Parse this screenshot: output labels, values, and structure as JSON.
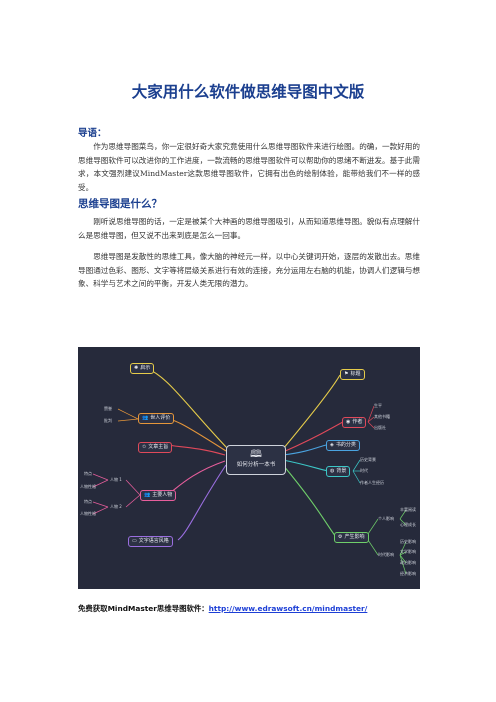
{
  "document": {
    "title": "大家用什么软件做思维导图中文版",
    "intro_heading": "导语：",
    "intro_paragraph": "作为思维导图菜鸟，你一定很好奇大家究竟使用什么思维导图软件来进行绘图。的确，一款好用的思维导图软件可以改进你的工作进度，一款流畅的思维导图软件可以帮助你的思绪不断迸发。基于此需求，本文强烈建议MindMaster这款思维导图软件，它拥有出色的绘制体验，能带给我们不一样的感受。",
    "section_heading": "思维导图是什么？",
    "section_para1": "刚听说思维导图的话，一定是被某个大神画的思维导图吸引，从而知道思维导图。貌似有点理解什么是思维导图，但又说不出来到底是怎么一回事。",
    "section_para2": "思维导图是发散性的思维工具，像大脑的神经元一样，以中心关键词开始，逐层的发散出去。思维导图通过色彩、图形、文字等将层级关系进行有效的连接，充分运用左右脑的机能，协调人们逻辑与想象、科学与艺术之间的平衡，开发人类无限的潜力。",
    "footer_label": "免费获取MindMaster思维导图软件：",
    "footer_link": "http://www.edrawsoft.cn/mindmaster/"
  },
  "mindmap": {
    "central": "如何分析一本书",
    "central_icon": "book-icon",
    "branches": {
      "qishi": "启示",
      "renwu_pingjia": "世人评价",
      "wenzhang_zhuzhi": "文章主旨",
      "zhuyao_renwu": "主要人物",
      "wenzi_yuyan": "文字语言风格",
      "biaoti": "标题",
      "zuozhe": "作者",
      "shu_fenlei": "书的分类",
      "beijing": "背景",
      "chansheng_yingxiang": "产生影响"
    },
    "leaves": {
      "pingjia1": "赞誉",
      "pingjia2": "批判",
      "renwu1": "人物 1",
      "renwu2": "人物 2",
      "r1_a": "特点",
      "r1_b": "人物性格",
      "r2_a": "特点",
      "r2_b": "人物性格",
      "zuozhe_a": "生平",
      "zuozhe_b": "其他书籍",
      "zuozhe_c": "出版社",
      "beijing_a": "历史背景",
      "beijing_b": "时代",
      "beijing_c": "作者人生经历",
      "geren": "个人影响",
      "shidai": "时代影响",
      "geren_a": "丰富阅读",
      "geren_b": "心理成长",
      "shidai_a": "历史影响",
      "shidai_b": "文学影响",
      "shidai_c": "政治影响",
      "shidai_d": "经济影响"
    },
    "colors": {
      "background": "#262a3b",
      "yellow": "#e6cc4a",
      "orange": "#e5963a",
      "red": "#e0495a",
      "pink": "#e75e9c",
      "purple": "#9a6ee0",
      "blue": "#4aa3e0",
      "cyan": "#3cc7c7",
      "green": "#6fcf6a",
      "teal": "#3fbfa6"
    }
  }
}
